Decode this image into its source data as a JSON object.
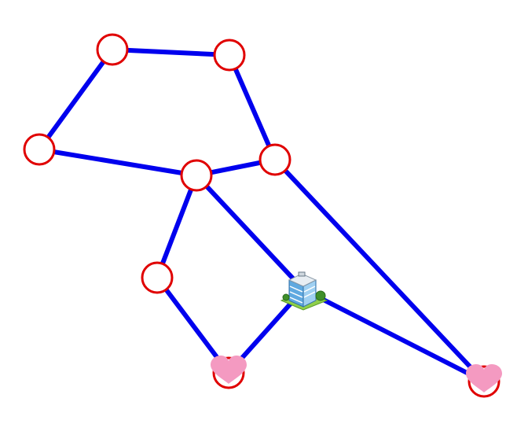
{
  "graph": {
    "edge_color": "#0000ee",
    "node_stroke_color": "#e00000",
    "node_fill_color": "#ffffff",
    "heart_color": "#f49ac1",
    "building_icon": "office-building-icon",
    "heart_icon": "heart-icon",
    "nodes": [
      {
        "id": "n1",
        "kind": "circle"
      },
      {
        "id": "n2",
        "kind": "circle"
      },
      {
        "id": "n3",
        "kind": "circle"
      },
      {
        "id": "n4",
        "kind": "circle"
      },
      {
        "id": "n5",
        "kind": "circle"
      },
      {
        "id": "n6",
        "kind": "circle"
      },
      {
        "id": "n7",
        "kind": "building"
      },
      {
        "id": "n8",
        "kind": "heart"
      },
      {
        "id": "n9",
        "kind": "heart"
      }
    ],
    "edges": [
      [
        "n1",
        "n2"
      ],
      [
        "n1",
        "n3"
      ],
      [
        "n2",
        "n4"
      ],
      [
        "n3",
        "n5"
      ],
      [
        "n5",
        "n4"
      ],
      [
        "n5",
        "n6"
      ],
      [
        "n5",
        "n7"
      ],
      [
        "n4",
        "n9"
      ],
      [
        "n6",
        "n8"
      ],
      [
        "n8",
        "n7"
      ],
      [
        "n7",
        "n9"
      ]
    ]
  }
}
